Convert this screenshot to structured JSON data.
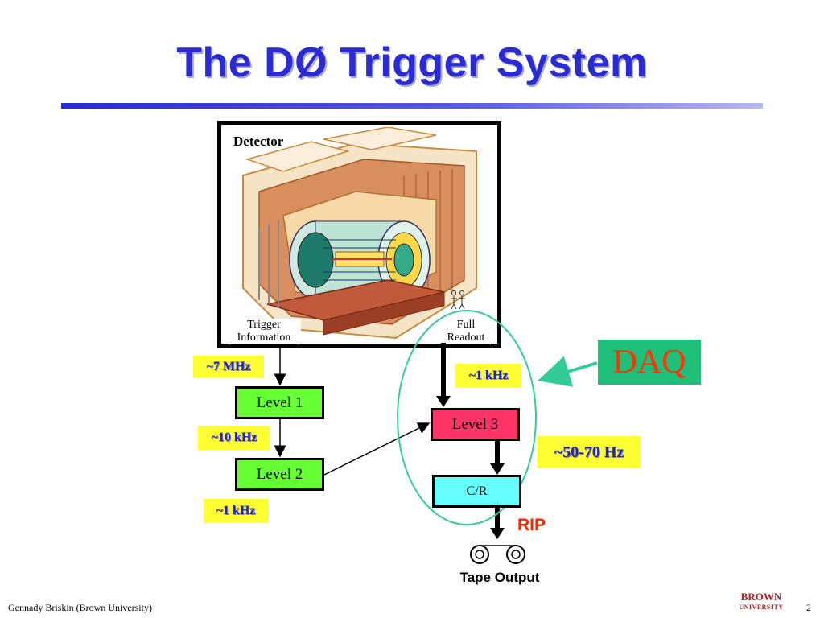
{
  "slide": {
    "title": "The DØ Trigger System",
    "footer": "Gennady Briskin (Brown University)",
    "page_number": "2",
    "logo_text": "BROWN UNIVERSITY"
  },
  "detector": {
    "label": "Detector",
    "trigger_info_label": "Trigger Information",
    "full_readout_label": "Full Readout"
  },
  "rates": {
    "level1_input": "~7 MHz",
    "level2_input": "~10 kHz",
    "level2_output": "~1 kHz",
    "level3_input": "~1 kHz",
    "level3_output": "~50-70 Hz"
  },
  "stages": {
    "level1": "Level 1",
    "level2": "Level 2",
    "level3": "Level 3",
    "cr": "C/R"
  },
  "daq_label": "DAQ",
  "rip_label": "RIP",
  "tape_label": "Tape Output",
  "colors": {
    "title": "#2b2bd6",
    "rate_bg": "#ffff33",
    "level_green": "#66ff33",
    "level3_red": "#ff3366",
    "cr_cyan": "#66ffff",
    "daq_bg": "#1fbf7a",
    "daq_text": "#ff3300",
    "ellipse": "#33cc99"
  }
}
